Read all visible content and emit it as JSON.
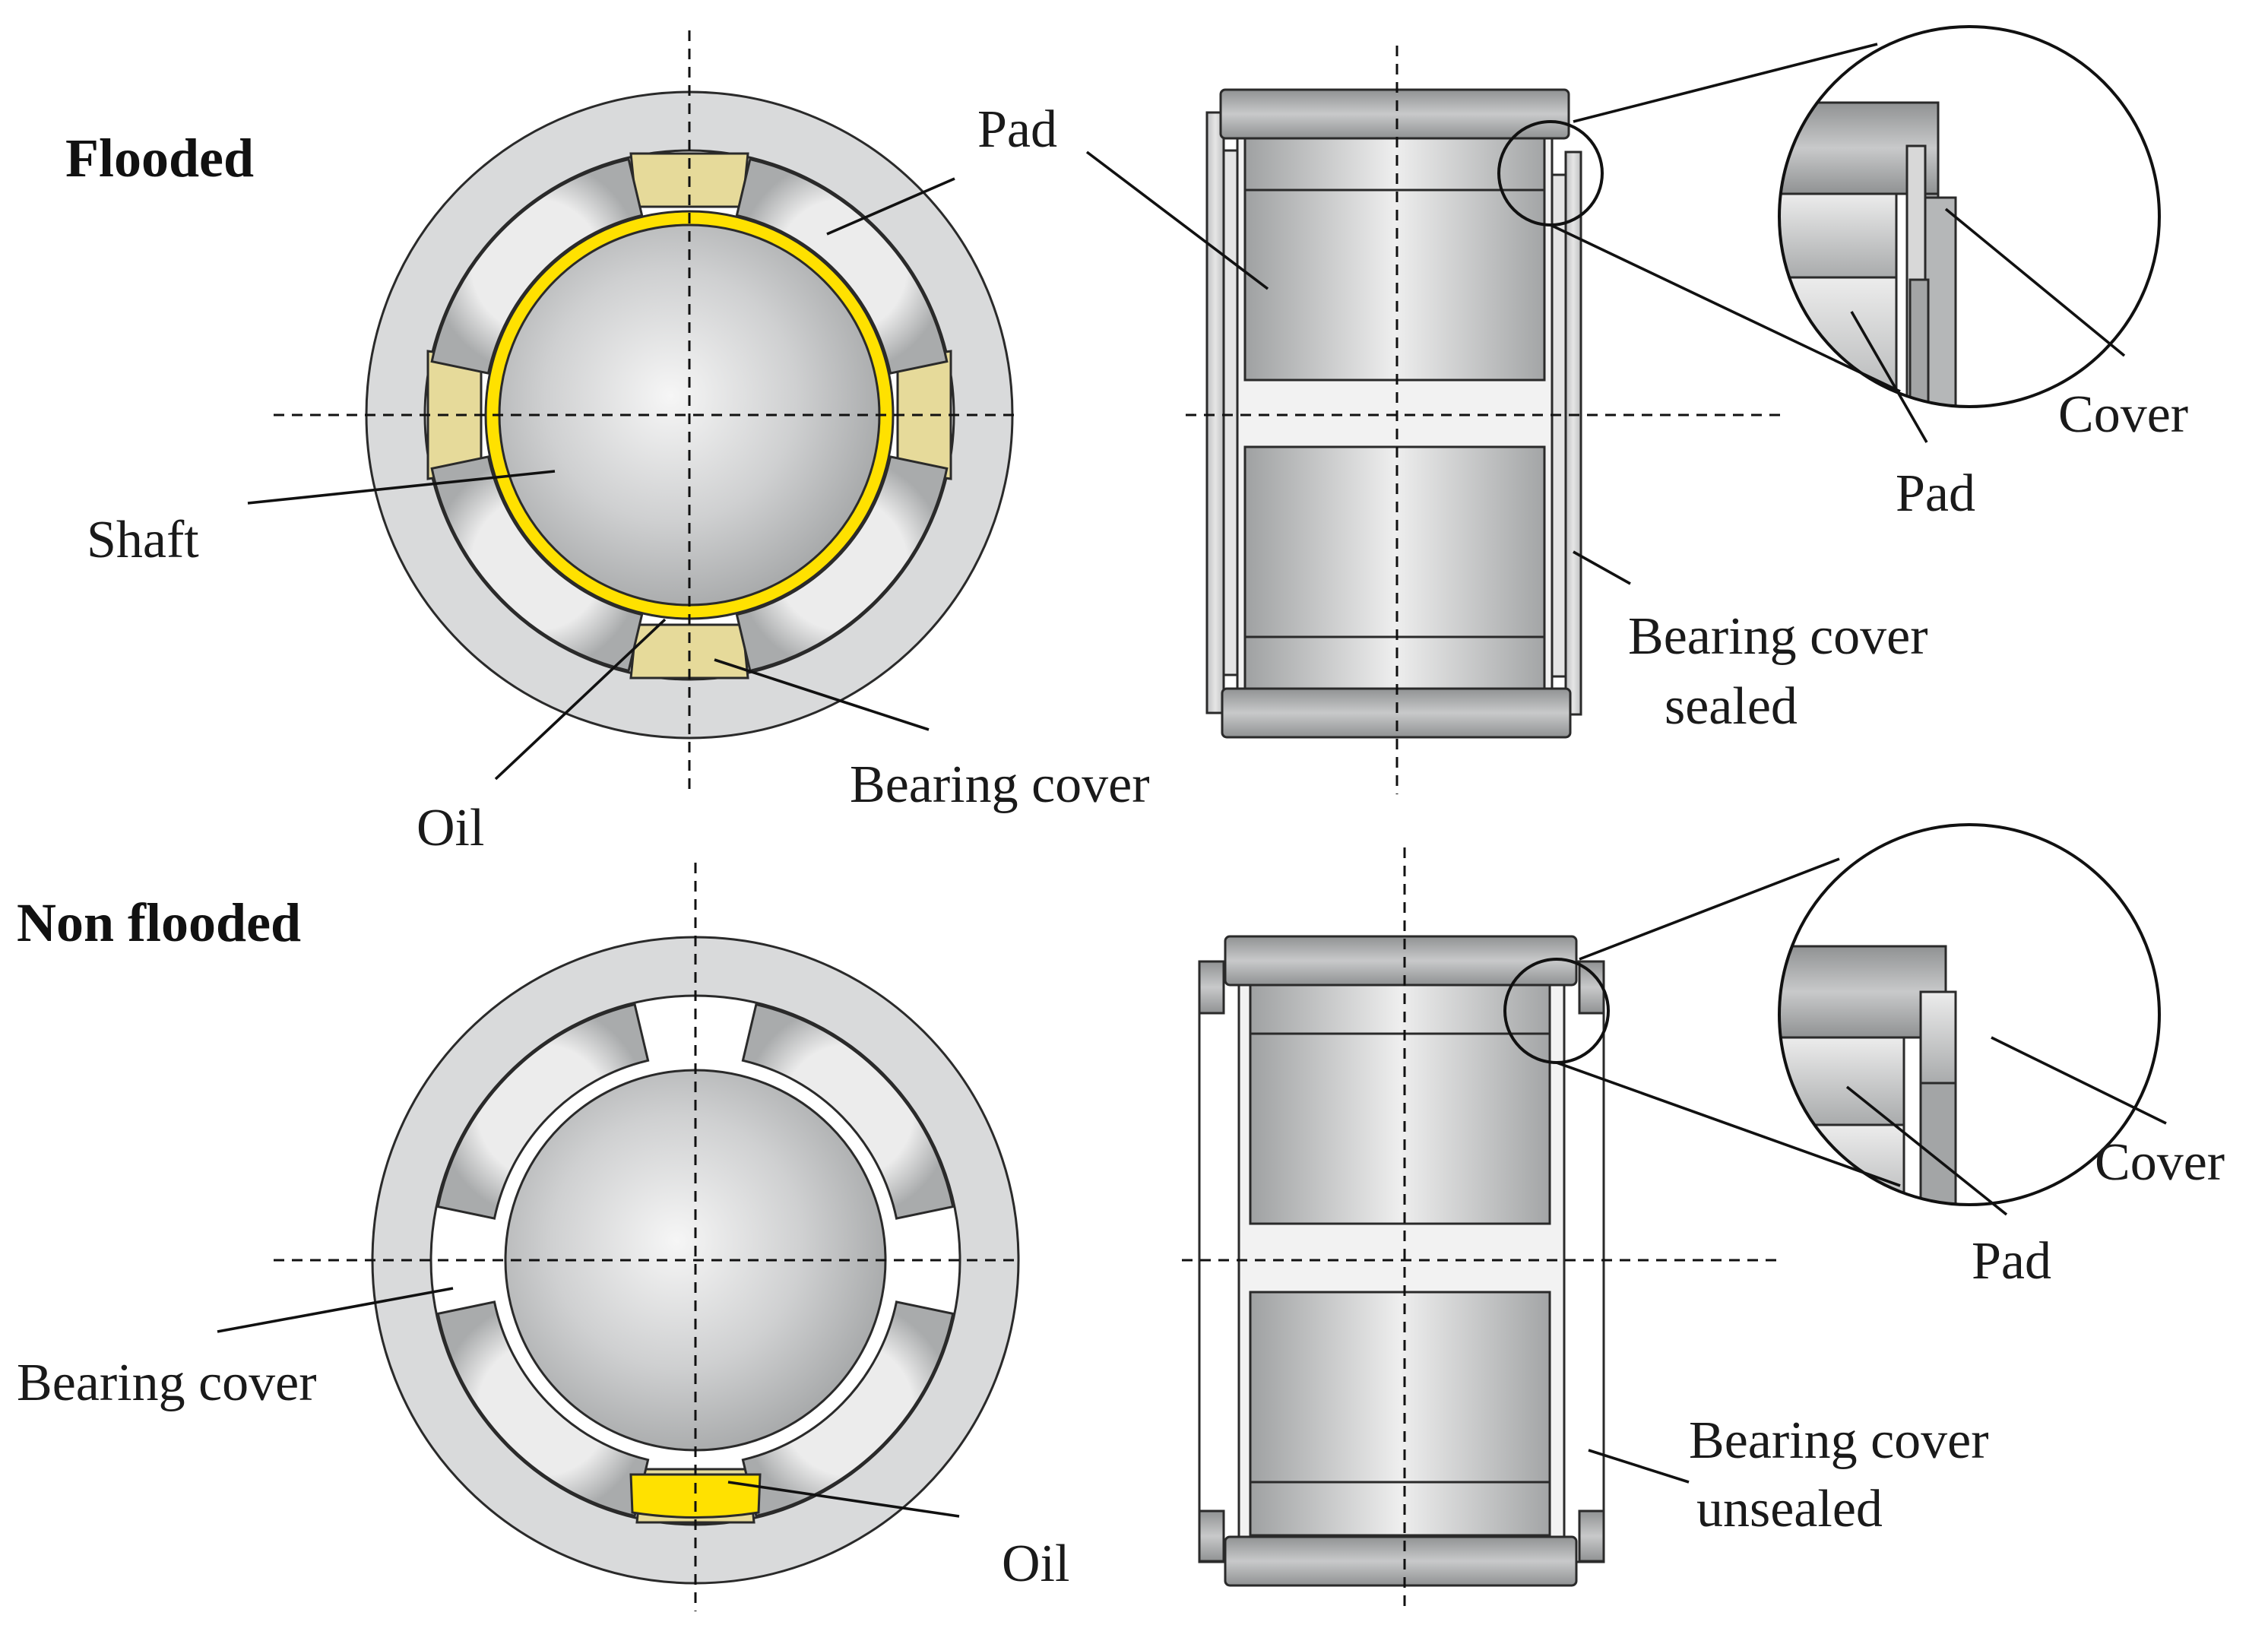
{
  "sections": {
    "flooded": {
      "title": "Flooded",
      "labels": {
        "pad": "Pad",
        "shaft": "Shaft",
        "oil": "Oil",
        "bearing_cover": "Bearing cover",
        "side_cover_line1": "Bearing cover",
        "side_cover_line2": "sealed",
        "detail_cover": "Cover",
        "detail_pad": "Pad"
      }
    },
    "non_flooded": {
      "title": "Non flooded",
      "labels": {
        "bearing_cover": "Bearing cover",
        "oil": "Oil",
        "side_cover_line1": "Bearing cover",
        "side_cover_line2": "unsealed",
        "detail_cover": "Cover",
        "detail_pad": "Pad"
      }
    }
  },
  "colors": {
    "oil_film": "#ffe100",
    "oil_pockets": "#e6da9a",
    "metal_light": "#dadbdc",
    "metal_dark": "#9c9e9f",
    "outline": "#2a2a2a"
  }
}
